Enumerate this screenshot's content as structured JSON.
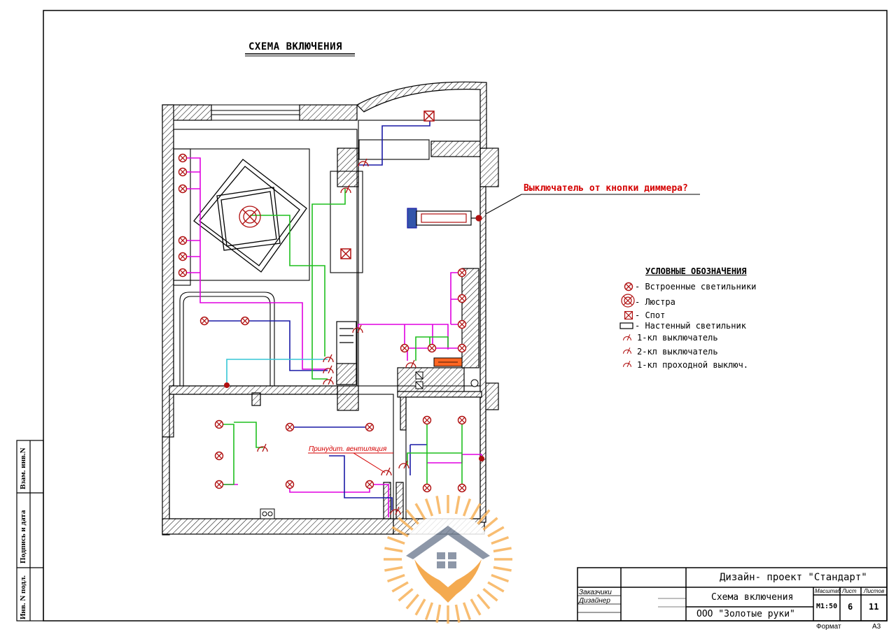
{
  "title": "СХЕМА ВКЛЮЧЕНИЯ",
  "annotations": {
    "dimmer_note": "Выключатель от кнопки диммера?",
    "ventilation_note": "Принудит. вентиляция"
  },
  "legend": {
    "title": "УСЛОВНЫЕ ОБОЗНАЧЕНИЯ",
    "items": [
      {
        "icon": "recessed-light-icon",
        "label": "- Встроенные светильники"
      },
      {
        "icon": "chandelier-icon",
        "label": "- Люстра"
      },
      {
        "icon": "spot-icon",
        "label": "- Спот"
      },
      {
        "icon": "wall-light-icon",
        "label": "- Настенный светильник"
      },
      {
        "icon": "switch-1-icon",
        "label": "1-кл выключатель"
      },
      {
        "icon": "switch-2-icon",
        "label": "2-кл выключатель"
      },
      {
        "icon": "pass-switch-icon",
        "label": "1-кл проходной выключ."
      }
    ]
  },
  "side_stamp": {
    "col1": "Инв. N подл.",
    "col2": "Подпись и дата",
    "col3": "Взам. инв.N"
  },
  "title_block": {
    "project": "Дизайн- проект \"Стандарт\"",
    "drawing": "Схема включения",
    "company": "ООО \"Золотые руки\"",
    "roles": [
      "Заказчики",
      "Дизайнер"
    ],
    "scale_header": "Масштаб",
    "sheet_header": "Лист",
    "sheets_header": "Листов",
    "scale": "М1:50",
    "sheet": "6",
    "sheets": "11",
    "format_label": "Формат",
    "format": "А3"
  },
  "colors": {
    "wire_blue": "#1a1aa6",
    "wire_green": "#1fbf1f",
    "wire_magenta": "#e000e0",
    "wire_cyan": "#36c6d6",
    "fixture_red": "#b01010",
    "note_red": "#d40000",
    "logo_orange": "#f5a623"
  }
}
